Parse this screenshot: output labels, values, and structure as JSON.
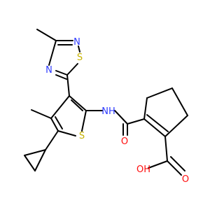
{
  "molecule": {
    "atoms": [
      {
        "id": "S1",
        "label": "S",
        "color": "#c6b200"
      },
      {
        "id": "N2",
        "label": "N",
        "color": "#2e3bff"
      },
      {
        "id": "N4",
        "label": "N",
        "color": "#2e3bff"
      },
      {
        "id": "NH",
        "label": "NH",
        "color": "#2e3bff"
      },
      {
        "id": "S_t",
        "label": "S",
        "color": "#c6b200"
      },
      {
        "id": "O1",
        "label": "O",
        "color": "#ff0d0d"
      },
      {
        "id": "O_H",
        "label": "OH",
        "color": "#ff0d0d"
      },
      {
        "id": "O2",
        "label": "O",
        "color": "#ff0d0d"
      }
    ]
  }
}
